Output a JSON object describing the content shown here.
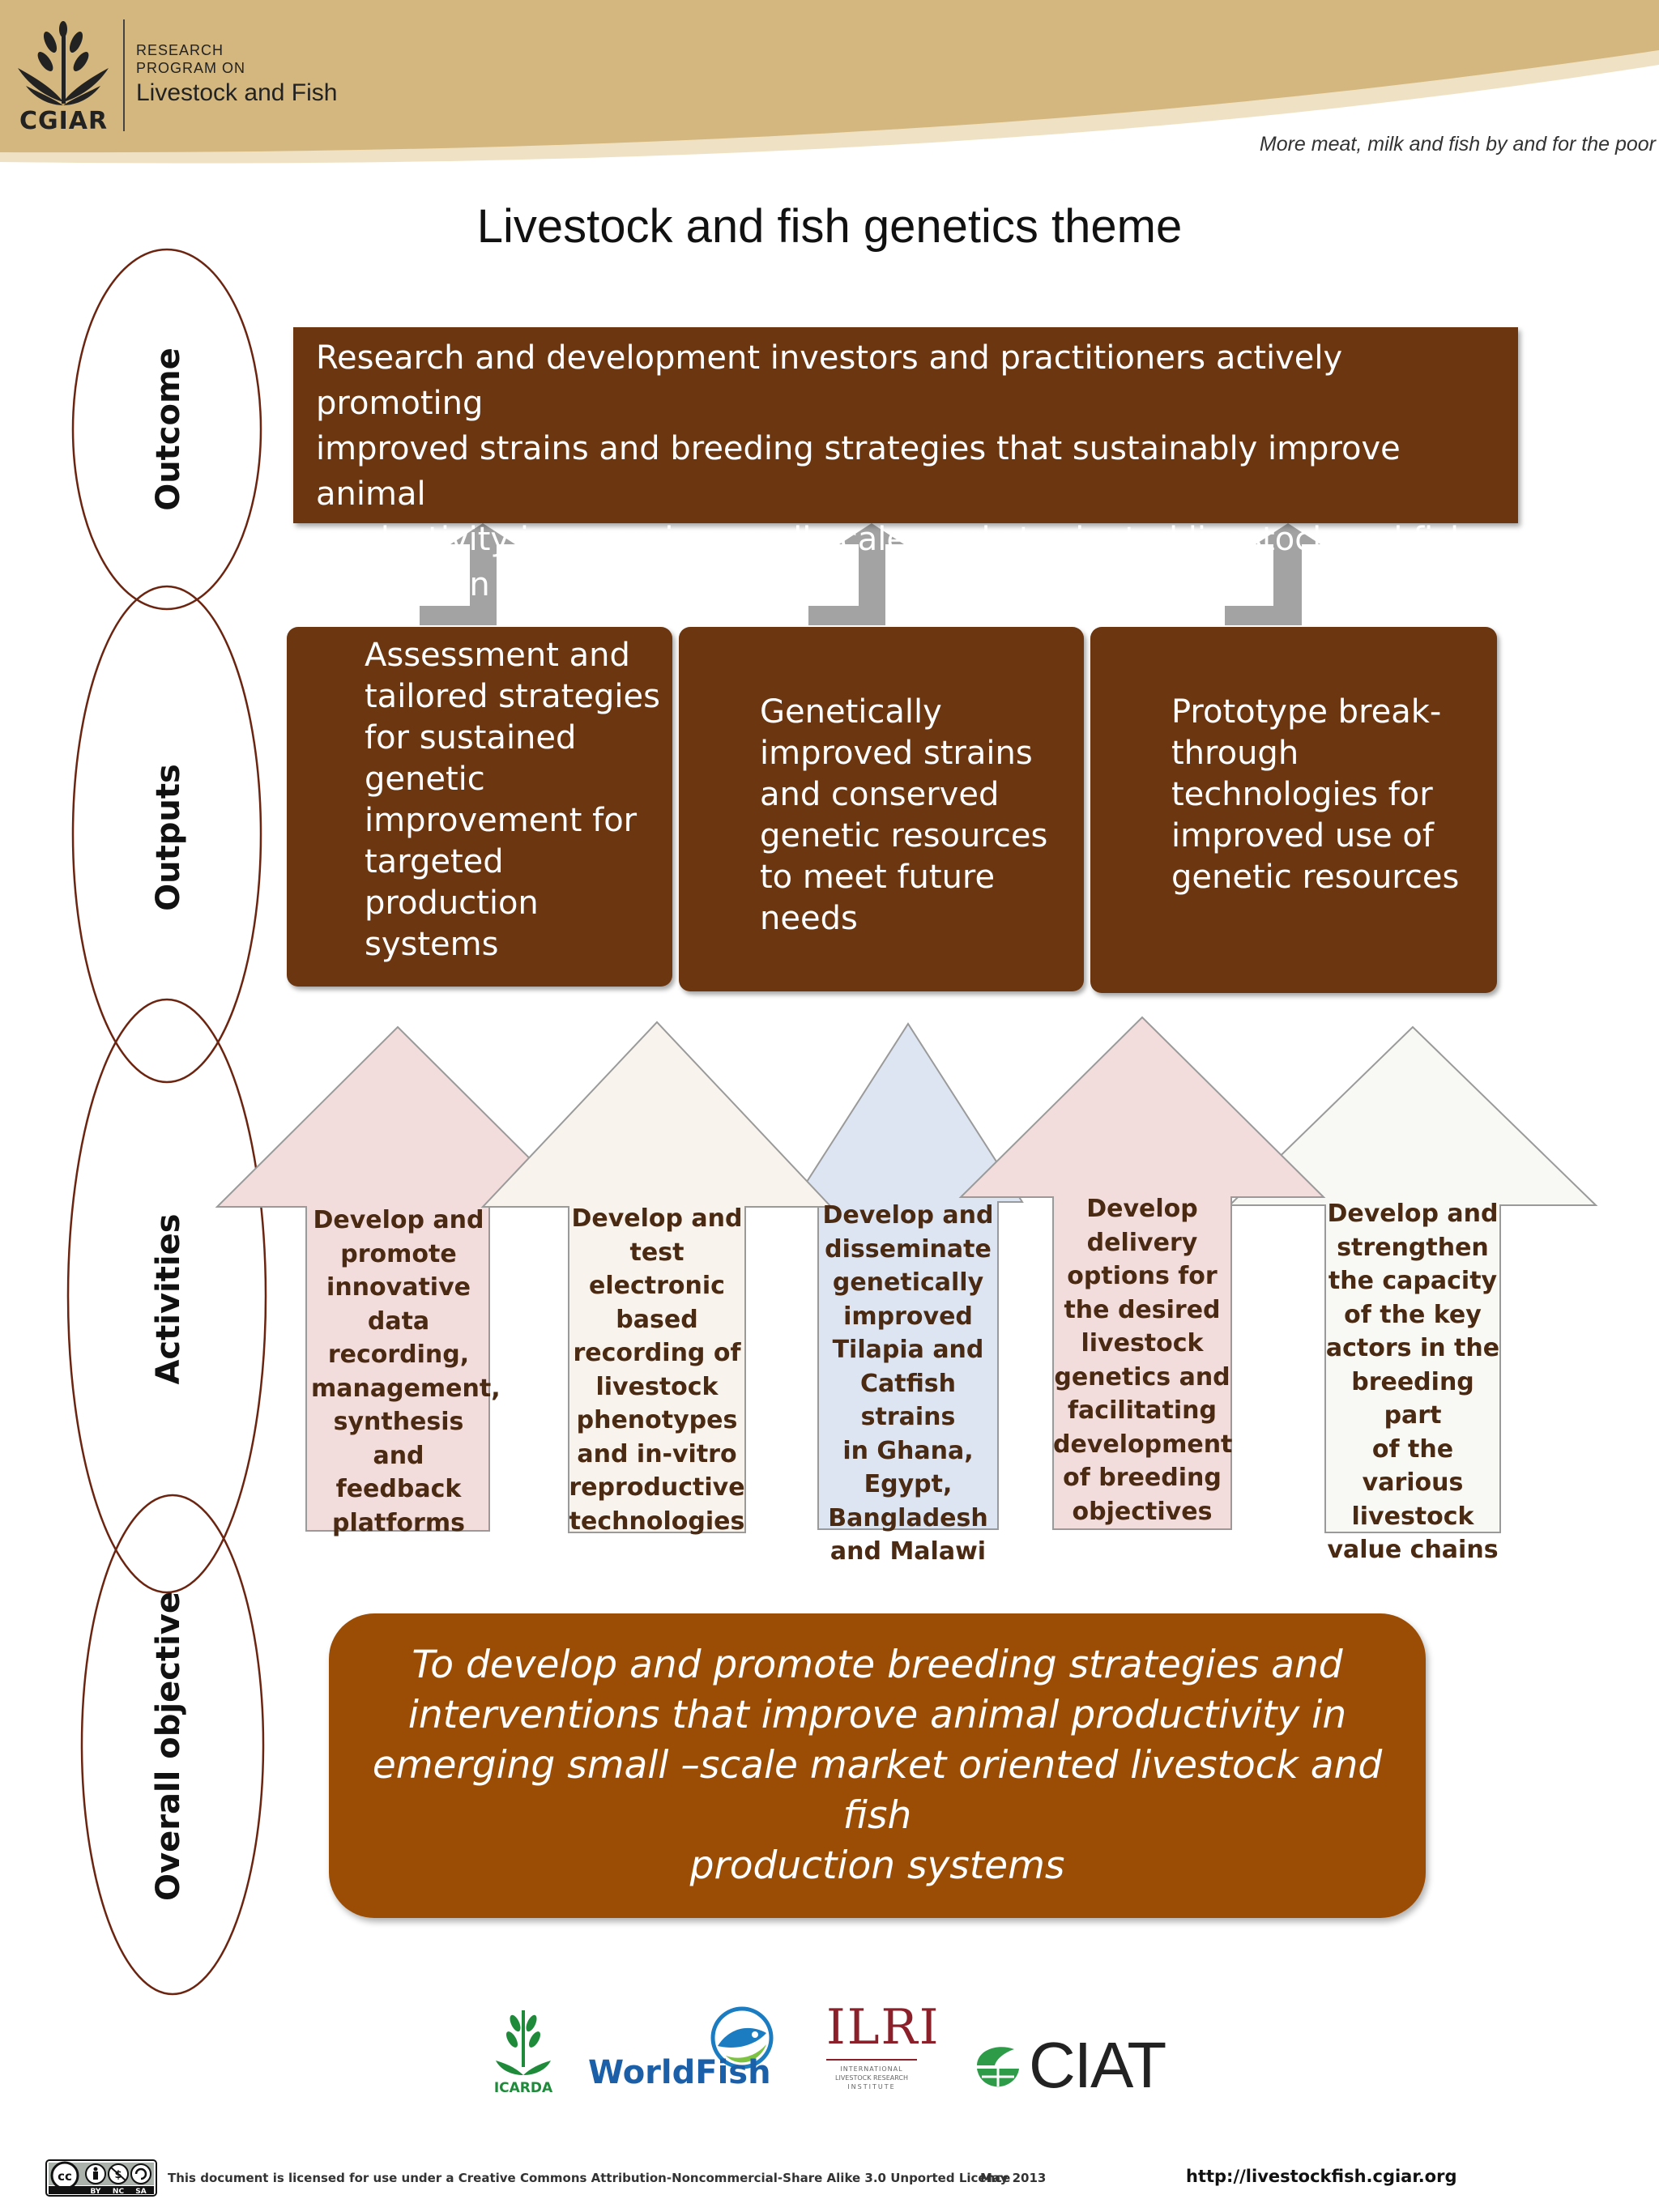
{
  "header": {
    "logo_name": "CGIAR",
    "program_line1": "RESEARCH",
    "program_line2": "PROGRAM ON",
    "program_name": "Livestock and Fish",
    "tagline": "More meat, milk and fish by and for the poor",
    "colors": {
      "banner": "#d4b77f",
      "banner_light": "#efe2c4"
    }
  },
  "title": "Livestock and fish genetics theme",
  "bands": {
    "outcome": "Outcome",
    "outputs": "Outputs",
    "activities": "Activities",
    "objective": "Overall objective"
  },
  "outcome": {
    "lines": [
      "Research and development investors and practitioners actively promoting",
      "improved strains and breeding strategies that sustainably improve animal",
      "productivity in emerging small-scale market oriented livestock and fish",
      "production systems"
    ]
  },
  "outputs": [
    {
      "lines": [
        "Assessment and",
        "tailored strategies",
        "for sustained",
        "genetic",
        "improvement for",
        "targeted",
        "production",
        "systems"
      ]
    },
    {
      "lines": [
        "Genetically",
        "improved strains",
        "and conserved",
        "genetic resources",
        "to meet future",
        "needs"
      ]
    },
    {
      "lines": [
        "Prototype break-",
        "through",
        "technologies for",
        "improved use of",
        "genetic resources"
      ]
    }
  ],
  "activities": [
    {
      "lines": [
        "Develop and",
        "promote",
        "innovative",
        "data",
        "recording,",
        "management,",
        "synthesis and",
        "feedback",
        "platforms"
      ],
      "color": "#f3dcdc"
    },
    {
      "lines": [
        "Develop and",
        "test electronic",
        "based",
        "recording of",
        "livestock",
        "phenotypes",
        "and in-vitro",
        "reproductive",
        "technologies"
      ],
      "color": "#f8f3ec"
    },
    {
      "lines": [
        "Develop and",
        "disseminate",
        "genetically",
        "improved",
        "Tilapia and",
        "Catfish strains",
        "in Ghana,",
        "Egypt,",
        "Bangladesh",
        "and Malawi"
      ],
      "color": "#dde5f2"
    },
    {
      "lines": [
        "Develop",
        "delivery",
        "options for",
        "the desired",
        "livestock",
        "genetics and",
        "facilitating",
        "development",
        "of breeding",
        "objectives"
      ],
      "color": "#f3dcdc"
    },
    {
      "lines": [
        "Develop and",
        "strengthen",
        "the capacity",
        "of the key",
        "actors in the",
        "breeding part",
        "of the various",
        "livestock",
        "value chains"
      ],
      "color": "#f8f8f4"
    }
  ],
  "objective": {
    "lines": [
      "To develop and promote breeding strategies and",
      "interventions that improve animal productivity in",
      "emerging small –scale market oriented livestock and fish",
      "production systems"
    ]
  },
  "partners": {
    "icarda": "ICARDA",
    "worldfish": "WorldFish",
    "ilri": "ILRI",
    "ilri_sub1": "INTERNATIONAL",
    "ilri_sub2": "LIVESTOCK RESEARCH",
    "ilri_sub3": "INSTITUTE",
    "ciat": "CIAT"
  },
  "footer": {
    "license": "This document is licensed for use under a Creative Commons Attribution-Noncommercial-Share Alike 3.0 Unported Licence",
    "date": "May 2013",
    "url": "http://livestockfish.cgiar.org",
    "cc_labels": [
      "BY",
      "NC",
      "SA"
    ]
  },
  "icons": [
    "cgiar-wheat-icon",
    "grey-up-arrow-icon",
    "creative-commons-icon"
  ]
}
